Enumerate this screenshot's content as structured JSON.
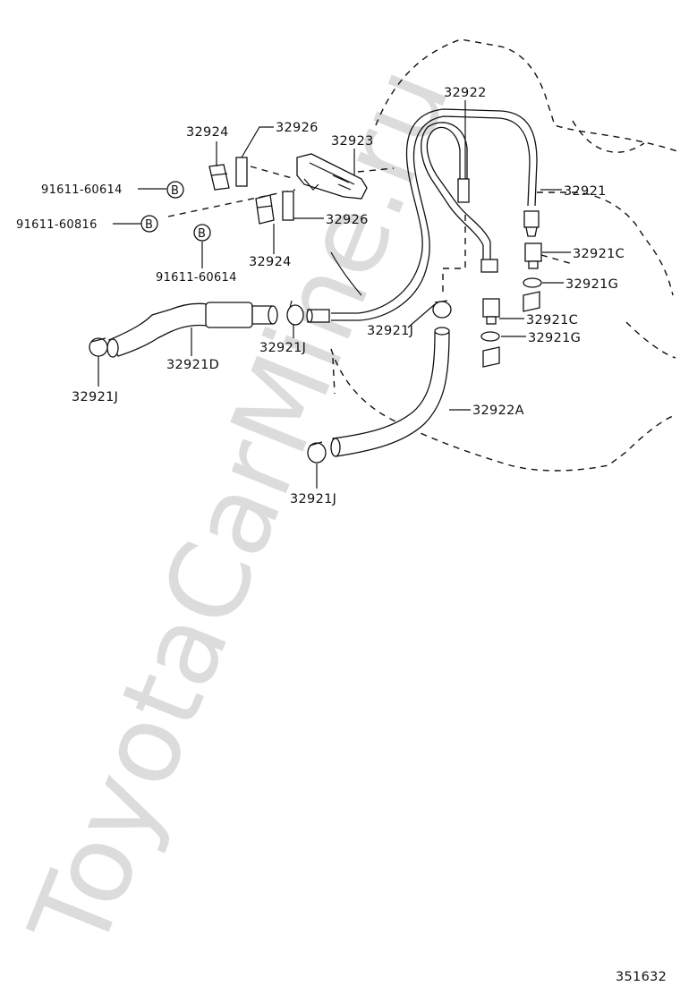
{
  "watermark": "ToyotaCarMine.ru",
  "diagram_id": "351632",
  "labels": {
    "p32922": "32922",
    "p32921": "32921",
    "p32921C_a": "32921C",
    "p32921G_a": "32921G",
    "p32921C_b": "32921C",
    "p32921G_b": "32921G",
    "p32922A": "32922A",
    "p32921J_center": "32921J",
    "p32921J_left": "32921J",
    "p32921J_mid": "32921J",
    "p32921J_bottom": "32921J",
    "p32921D": "32921D",
    "p32924_top": "32924",
    "p32926_top": "32926",
    "p32923": "32923",
    "p32926_mid": "32926",
    "p32924_mid": "32924",
    "bolt_a": "91611-60614",
    "bolt_b": "91611-60816",
    "bolt_c": "91611-60614",
    "bolt_symbol": "B"
  }
}
